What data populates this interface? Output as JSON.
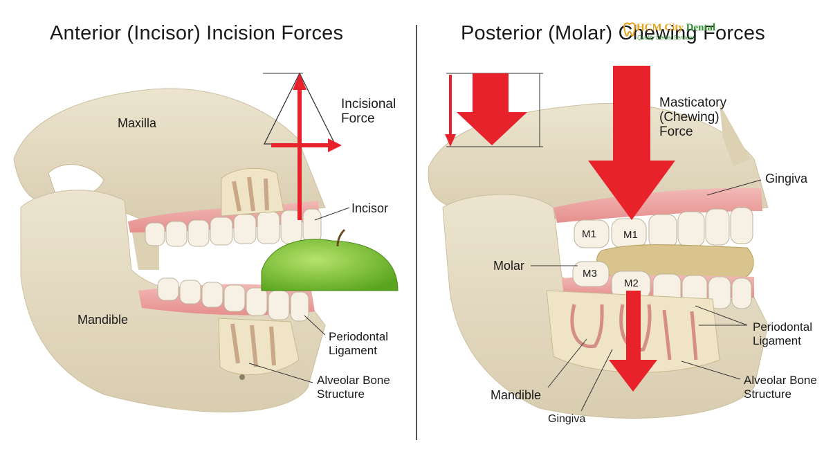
{
  "left_panel": {
    "title": "Anterior (Incisor) Incision Forces",
    "labels": {
      "maxilla": "Maxilla",
      "incisional_force": [
        "Incisional",
        "Force"
      ],
      "incisor": "Incisor",
      "mandible": "Mandible",
      "periodontal_ligament": [
        "Periodontal",
        "Ligament"
      ],
      "alveolar_bone": [
        "Alveolar Bone",
        "Structure"
      ]
    }
  },
  "right_panel": {
    "title": "Posterior (Molar) Chewing Forces",
    "labels": {
      "masticatory_force": [
        "Masticatory",
        "(Chewing)",
        "Force"
      ],
      "gingiva_top": "Gingiva",
      "molar": "Molar",
      "periodontal_ligament": [
        "Periodontal",
        "Ligament"
      ],
      "mandible": "Mandible",
      "alveolar_bone": [
        "Alveolar Bone",
        "Structure"
      ],
      "gingiva_bottom": "Gingiva"
    },
    "teeth": [
      "M1",
      "M1",
      "M3",
      "M2"
    ]
  },
  "watermark": {
    "name_part1": "HCM City",
    "name_part2": "Dental",
    "tagline": "Quality Dental Services"
  },
  "colors": {
    "force_arrow": "#e8222a",
    "bone": "#e6dcc4",
    "gum": "#eeaaa8",
    "tooth": "#f6f1e4",
    "apple": "#7cc233"
  }
}
